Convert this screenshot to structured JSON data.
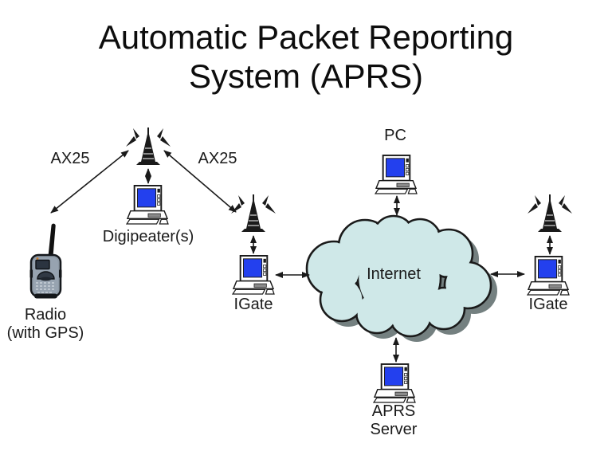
{
  "slide": {
    "title_line1": "Automatic Packet Reporting",
    "title_line2": "System (APRS)"
  },
  "labels": {
    "ax25_left": "AX25",
    "ax25_right": "AX25",
    "digipeater": "Digipeater(s)",
    "radio_line1": "Radio",
    "radio_line2": "(with GPS)",
    "igate_left": "IGate",
    "igate_right": "IGate",
    "internet": "Internet",
    "pc": "PC",
    "server_line1": "APRS",
    "server_line2": "Server"
  },
  "colors": {
    "screen_blue": "#2340ee",
    "cloud_fill": "#cfe8e8",
    "cloud_shadow": "#748080",
    "line": "#1a1a1a",
    "text": "#111111"
  },
  "links": [
    {
      "from": "radio",
      "to": "digipeater-antenna",
      "label": "AX25",
      "style": "double-arrow"
    },
    {
      "from": "digipeater-antenna",
      "to": "igate-left-antenna",
      "label": "AX25",
      "style": "double-arrow"
    },
    {
      "from": "digipeater-antenna",
      "to": "digipeater-computer",
      "style": "double-arrow"
    },
    {
      "from": "igate-left-antenna",
      "to": "igate-left-computer",
      "style": "double-arrow"
    },
    {
      "from": "igate-left-computer",
      "to": "internet-cloud",
      "style": "double-arrow"
    },
    {
      "from": "pc",
      "to": "internet-cloud",
      "style": "double-arrow"
    },
    {
      "from": "internet-cloud",
      "to": "igate-right-computer",
      "style": "double-arrow"
    },
    {
      "from": "internet-cloud",
      "to": "aprs-server",
      "style": "double-arrow"
    },
    {
      "from": "igate-right-antenna",
      "to": "igate-right-computer",
      "style": "double-arrow"
    }
  ]
}
